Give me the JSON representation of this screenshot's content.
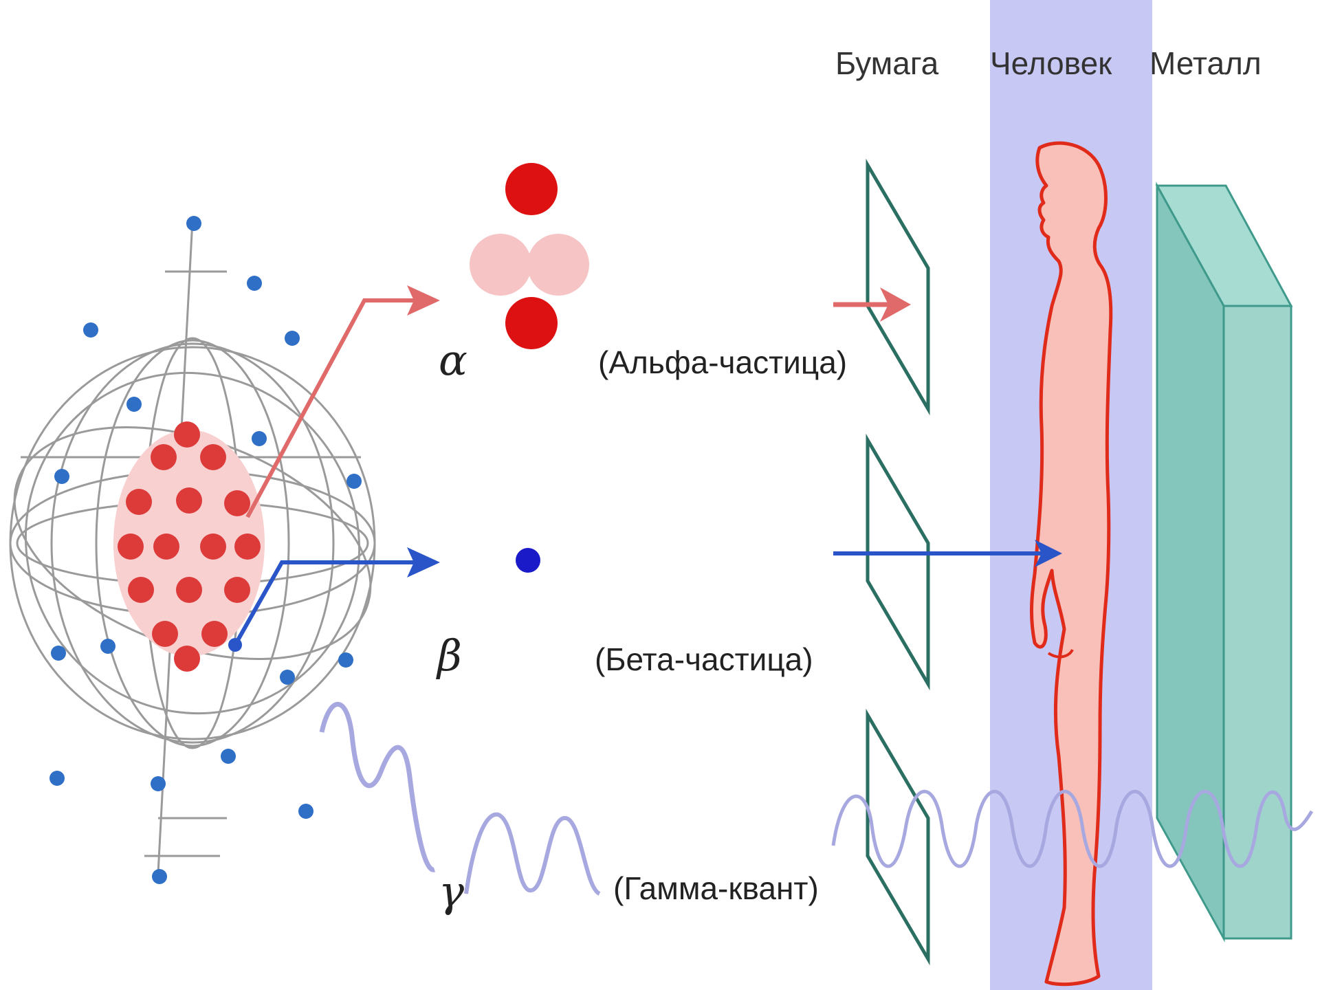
{
  "barriers": {
    "paper": "Бумага",
    "human": "Человек",
    "metal": "Металл"
  },
  "particles": {
    "alpha": {
      "symbol": "α",
      "label": "(Альфа-частица)"
    },
    "beta": {
      "symbol": "β",
      "label": "(Бета-частица)"
    },
    "gamma": {
      "symbol": "γ",
      "label": "(Гамма-квант)"
    }
  },
  "colors": {
    "alpha": "#e06a6a",
    "beta": "#2a55c8",
    "gamma": "#a8a8e0",
    "human_band": "#c8c8f4",
    "human_fill": "#f8c0b8",
    "human_outline": "#e02a1a",
    "paper_frame": "#2a6f62",
    "metal_front": "#84c6bc",
    "metal_side": "#a6dcd2",
    "proton": "#dd3a3a",
    "electron": "#2f6fc6"
  },
  "icons": {
    "atom": "atom-model-icon",
    "paper": "paper-sheet-icon",
    "human": "human-figure-icon",
    "metal": "metal-block-icon"
  }
}
